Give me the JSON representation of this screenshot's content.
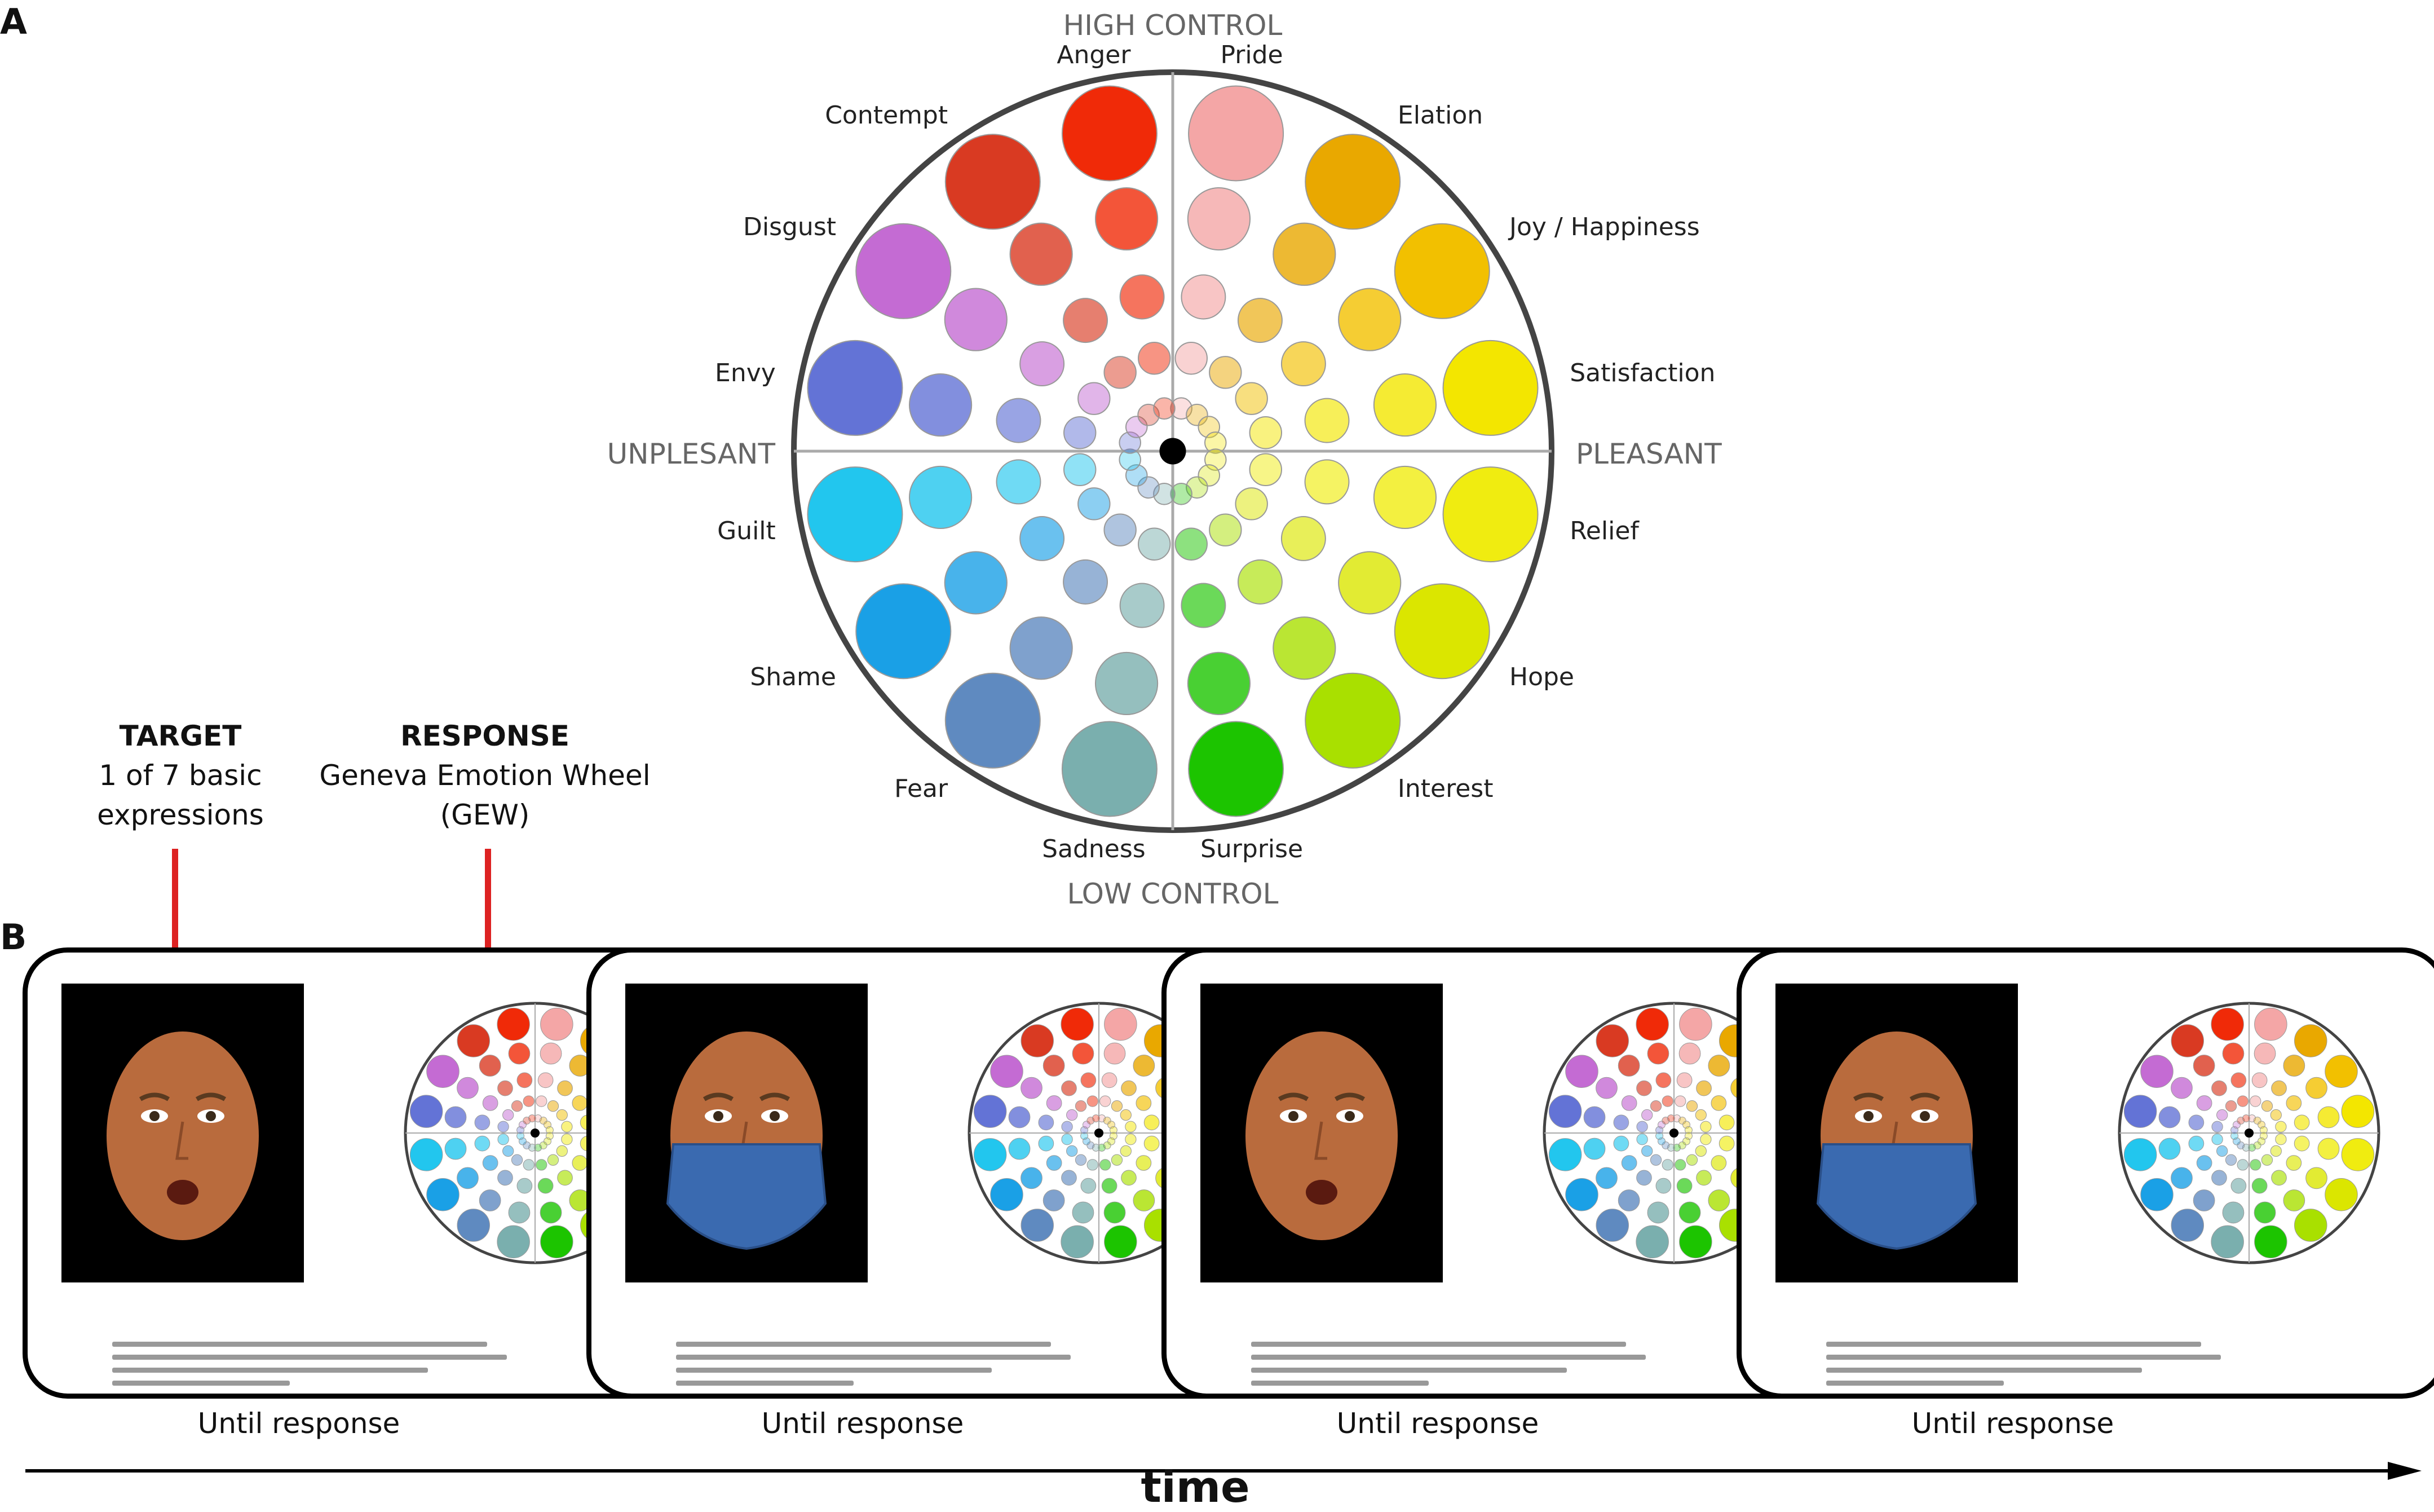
{
  "panel_a_letter": "A",
  "panel_b_letter": "B",
  "wheel": {
    "axis_top": "HIGH CONTROL",
    "axis_bottom": "LOW CONTROL",
    "axis_left": "UNPLESANT",
    "axis_right": "PLEASANT",
    "emotions": [
      {
        "label": "Pride",
        "color": "#f4a6a6"
      },
      {
        "label": "Elation",
        "color": "#e9a800"
      },
      {
        "label": "Joy / Happiness",
        "color": "#f2c000"
      },
      {
        "label": "Satisfaction",
        "color": "#f3e600"
      },
      {
        "label": "Relief",
        "color": "#f0ec10"
      },
      {
        "label": "Hope",
        "color": "#dbe600"
      },
      {
        "label": "Interest",
        "color": "#a9e000"
      },
      {
        "label": "Surprise",
        "color": "#1cc400"
      },
      {
        "label": "Sadness",
        "color": "#7aafae"
      },
      {
        "label": "Fear",
        "color": "#5f8ac0"
      },
      {
        "label": "Shame",
        "color": "#1aa0e6"
      },
      {
        "label": "Guilt",
        "color": "#22c6ee"
      },
      {
        "label": "Envy",
        "color": "#6373d6"
      },
      {
        "label": "Disgust",
        "color": "#c46bd3"
      },
      {
        "label": "Contempt",
        "color": "#d93a22"
      },
      {
        "label": "Anger",
        "color": "#f02a08"
      }
    ]
  },
  "target_header": {
    "title": "TARGET",
    "line1": "1 of 7 basic",
    "line2": "expressions"
  },
  "response_header": {
    "title": "RESPONSE",
    "line1": "Geneva Emotion Wheel",
    "line2": "(GEW)"
  },
  "frames": [
    {
      "masked": false,
      "caption": "Until response"
    },
    {
      "masked": true,
      "caption": "Until response"
    },
    {
      "masked": false,
      "caption": "Until response"
    },
    {
      "masked": true,
      "caption": "Until response"
    }
  ],
  "time_label": "time"
}
